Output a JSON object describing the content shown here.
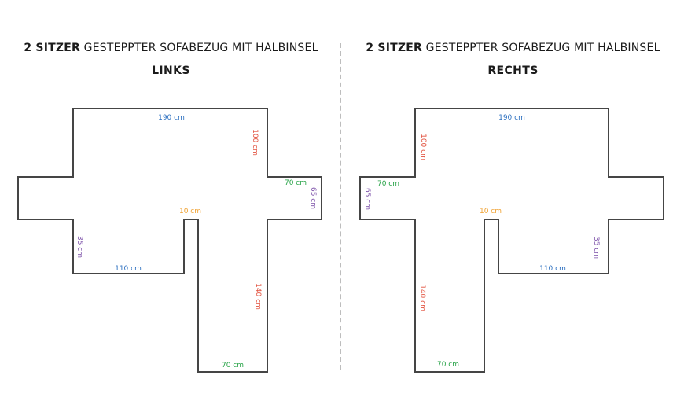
{
  "panels": [
    {
      "side": "left",
      "title": {
        "bold": "2 SITZER",
        "rest": "GESTEPPTER SOFABEZUG MIT HALBINSEL",
        "variant": "LINKS"
      },
      "labels": {
        "top_width": "190 cm",
        "back_height": "100 cm",
        "armrest_top": "70 cm",
        "armrest_side": "65 cm",
        "notch_width": "10 cm",
        "front_side_height": "35 cm",
        "seat_front_width": "110 cm",
        "chaise_length": "140 cm",
        "chaise_width": "70 cm"
      }
    },
    {
      "side": "right",
      "title": {
        "bold": "2 SITZER",
        "rest": "GESTEPPTER SOFABEZUG MIT HALBINSEL",
        "variant": "RECHTS"
      },
      "labels": {
        "top_width": "190 cm",
        "back_height": "100 cm",
        "armrest_top": "70 cm",
        "armrest_side": "65 cm",
        "notch_width": "10 cm",
        "front_side_height": "35 cm",
        "seat_front_width": "110 cm",
        "chaise_length": "140 cm",
        "chaise_width": "70 cm"
      }
    }
  ],
  "colors": {
    "dimension_blue": "#2d70c0",
    "dimension_red": "#e2513e",
    "dimension_green": "#27a347",
    "dimension_purple": "#7b4fa8",
    "dimension_orange": "#f0a232",
    "outline": "#454545",
    "divider": "#bdbdbd",
    "title_text": "#1b1b1b"
  }
}
